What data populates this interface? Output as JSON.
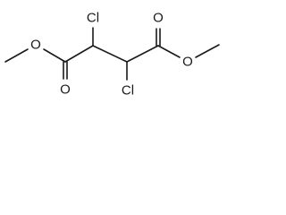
{
  "molecule": {
    "atoms": {
      "chlorine_top": "Cl",
      "chlorine_bottom": "Cl",
      "oxygen_left_ether": "O",
      "oxygen_left_carbonyl": "O",
      "oxygen_right_ether": "O",
      "oxygen_right_carbonyl": "O"
    }
  },
  "colors": {
    "bond": "#1a1a1a",
    "label": "#1a1a1a",
    "background": "#ffffff"
  }
}
